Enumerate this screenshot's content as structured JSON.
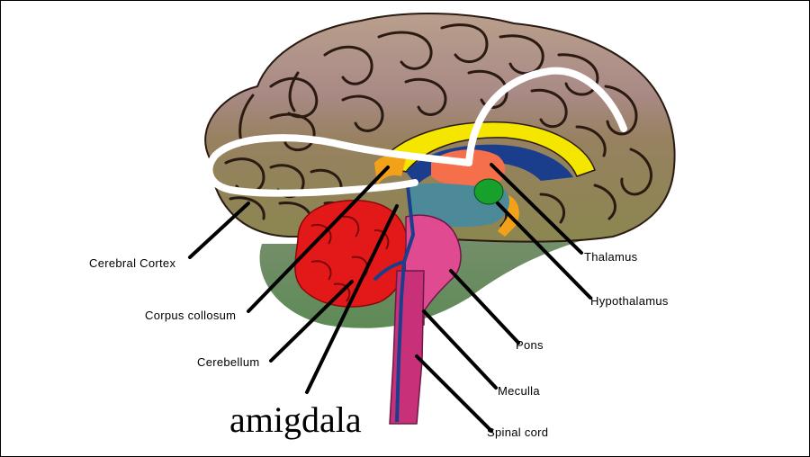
{
  "labels": {
    "cerebral_cortex": "Cerebral Cortex",
    "corpus_collosum": "Corpus collosum",
    "cerebellum": "Cerebellum",
    "amigdala": "amigdala",
    "thalamus": "Thalamus",
    "hypothalamus": "Hypothalamus",
    "pons": "Pons",
    "meculla": "Meculla",
    "spinal_cord": "Spinal cord"
  },
  "colors": {
    "cortex_top": "#b59a86",
    "cortex_mid": "#9f7f79",
    "cortex_low": "#8f8a55",
    "corpus_callosum": "#f5e600",
    "thalamus": "#f5704a",
    "hypothalamus": "#18a02c",
    "cerebellum": "#e31818",
    "brainstem": "#e04a90",
    "spinal_cord": "#c9307a",
    "ventricle": "#1a3e8c",
    "orange": "#f4a11a",
    "base": "#6f8f66",
    "white_path": "#ffffff"
  }
}
